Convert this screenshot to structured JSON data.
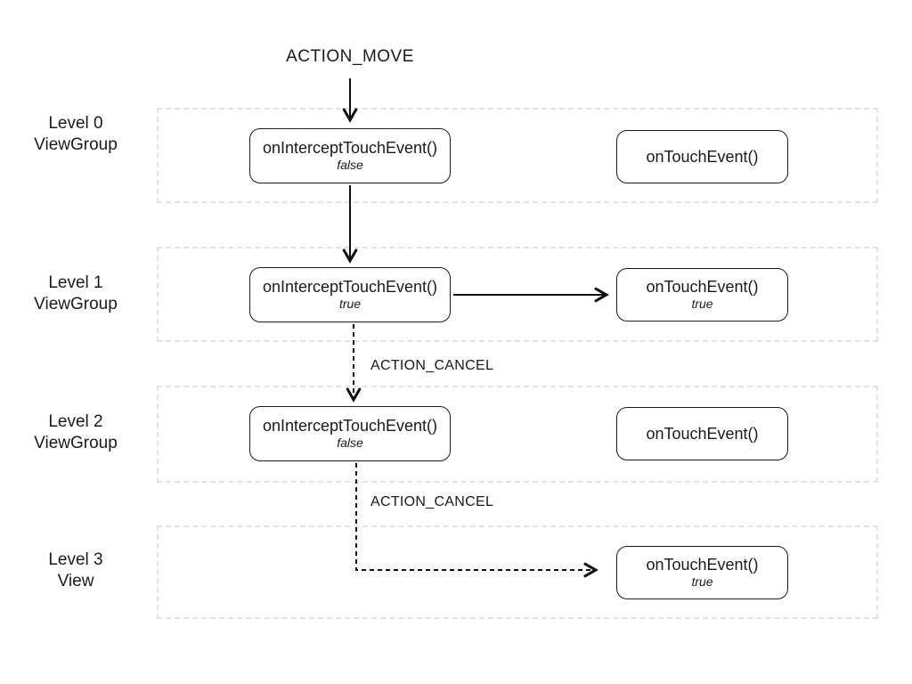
{
  "diagram": {
    "title": "ACTION_MOVE",
    "cancel_label_1": "ACTION_CANCEL",
    "cancel_label_2": "ACTION_CANCEL",
    "rows": [
      {
        "level": "Level 0",
        "kind": "ViewGroup",
        "left_box": {
          "label": "onInterceptTouchEvent()",
          "result": "false"
        },
        "right_box": {
          "label": "onTouchEvent()"
        }
      },
      {
        "level": "Level 1",
        "kind": "ViewGroup",
        "left_box": {
          "label": "onInterceptTouchEvent()",
          "result": "true"
        },
        "right_box": {
          "label": "onTouchEvent()",
          "result": "true"
        }
      },
      {
        "level": "Level 2",
        "kind": "ViewGroup",
        "left_box": {
          "label": "onInterceptTouchEvent()",
          "result": "false"
        },
        "right_box": {
          "label": "onTouchEvent()"
        }
      },
      {
        "level": "Level 3",
        "kind": "View",
        "right_box": {
          "label": "onTouchEvent()",
          "result": "true"
        }
      }
    ],
    "colors": {
      "background": "#ffffff",
      "box_border": "#1a1a1a",
      "row_border": "#e3e3e3",
      "arrow": "#111111",
      "text": "#1a1a1a"
    }
  }
}
